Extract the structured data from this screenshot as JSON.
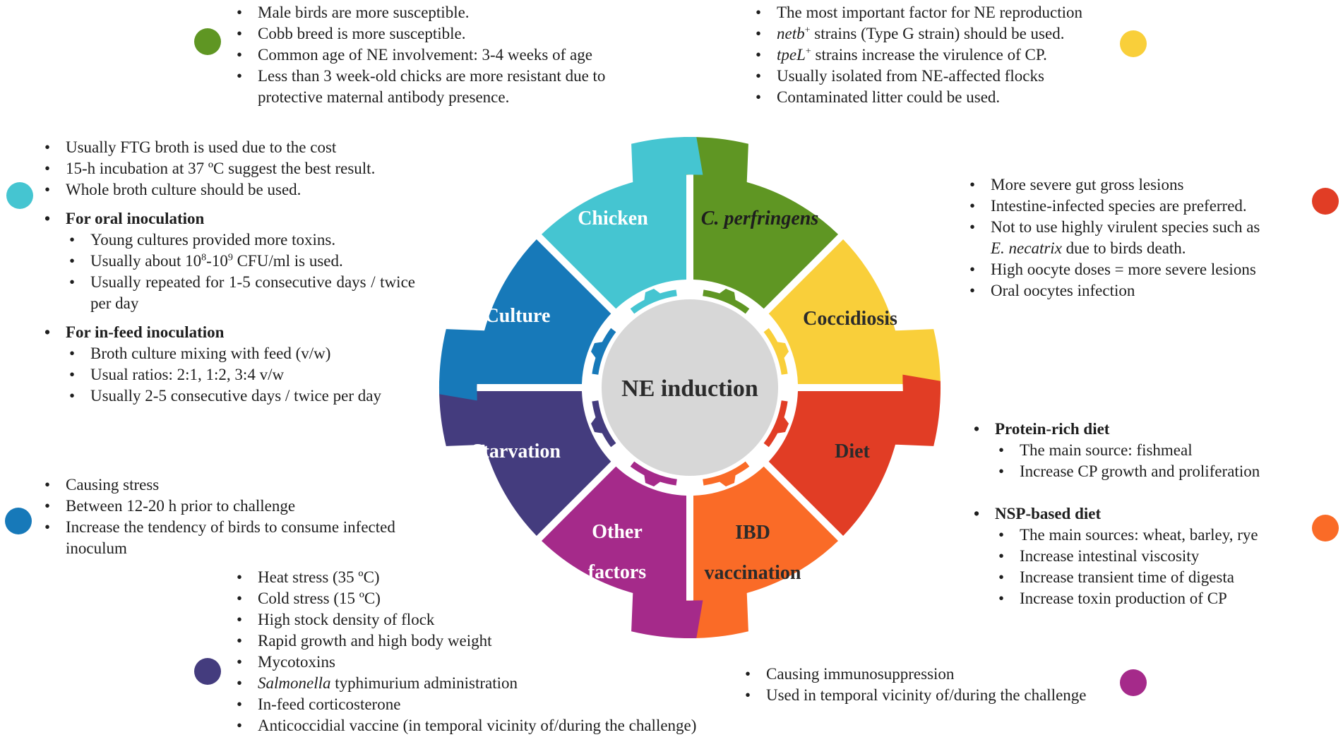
{
  "center_label": "NE induction",
  "colors": {
    "chicken": "#5f9623",
    "cperf": "#f9cf3a",
    "cocci": "#e13d25",
    "diet": "#fa6b27",
    "ibd": "#a52a8a",
    "other": "#443c7e",
    "starvation": "#1779b9",
    "culture": "#45c5d1",
    "hub": "#d7d7d7"
  },
  "segments": {
    "chicken": "Chicken",
    "cperf": "C. perfringens",
    "cocci": "Coccidiosis",
    "diet": "Diet",
    "ibd_1": "IBD",
    "ibd_2": "vaccination",
    "other_1": "Other",
    "other_2": "factors",
    "starvation": "Starvation",
    "culture": "Culture"
  },
  "chicken": [
    "Male birds are more susceptible.",
    "Cobb breed is more susceptible.",
    "Common age of NE involvement: 3-4 weeks of age",
    "Less than 3 week-old chicks are more resistant due to protective maternal antibody presence."
  ],
  "cperf": {
    "b1": "The most important factor for NE reproduction",
    "b2_italic": "netb",
    "b2_sup": "+",
    "b2_rest": " strains (Type G strain) should be used.",
    "b3_italic": "tpeL",
    "b3_sup": "+",
    "b3_rest": " strains increase the virulence of CP.",
    "b4": "Usually isolated from NE-affected flocks",
    "b5": "Contaminated litter could be used."
  },
  "culture": {
    "b1": "Usually FTG broth is used due to the cost",
    "b2": "15-h incubation at 37 ºC suggest the best result.",
    "b3": "Whole broth culture should be used.",
    "oral_head": "For oral inoculation",
    "oral_1": "Young cultures provided more toxins.",
    "oral_2_a": "Usually about 10",
    "oral_2_sup1": "8",
    "oral_2_b": "-10",
    "oral_2_sup2": "9",
    "oral_2_c": " CFU/ml is used.",
    "oral_3": "Usually repeated for 1-5 consecutive days / twice per day",
    "feed_head": "For in-feed inoculation",
    "feed_1": "Broth culture mixing with feed (v/w)",
    "feed_2": "Usual ratios: 2:1, 1:2, 3:4 v/w",
    "feed_3": "Usually 2-5 consecutive days / twice per day"
  },
  "cocci": {
    "b1": "More severe gut gross lesions",
    "b2": "Intestine-infected species are preferred.",
    "b3_a": "Not to use highly virulent species such as",
    "b3_italic": "E. necatrix",
    "b3_b": " due to birds death.",
    "b4": "High oocyte doses = more severe lesions",
    "b5": "Oral oocytes infection"
  },
  "diet": {
    "protein_head": "Protein-rich diet",
    "protein_1": "The main source: fishmeal",
    "protein_2": "Increase CP growth and proliferation",
    "nsp_head": "NSP-based diet",
    "nsp_1": "The main sources: wheat, barley, rye",
    "nsp_2": "Increase intestinal viscosity",
    "nsp_3": "Increase transient time of digesta",
    "nsp_4": "Increase toxin production of CP"
  },
  "starvation": [
    "Causing stress",
    "Between 12-20 h prior to challenge",
    "Increase the tendency of birds to consume infected inoculum"
  ],
  "other": {
    "b1": "Heat stress (35 ºC)",
    "b2": "Cold stress (15 ºC)",
    "b3": "High stock density of flock",
    "b4": "Rapid growth and high body weight",
    "b5": "Mycotoxins",
    "b6_italic": "Salmonella",
    "b6_rest": " typhimurium administration",
    "b7": "In-feed corticosterone",
    "b8": "Anticoccidial vaccine (in temporal vicinity of/during the challenge)"
  },
  "ibd": [
    "Causing immunosuppression",
    "Used in temporal vicinity of/during the challenge"
  ]
}
